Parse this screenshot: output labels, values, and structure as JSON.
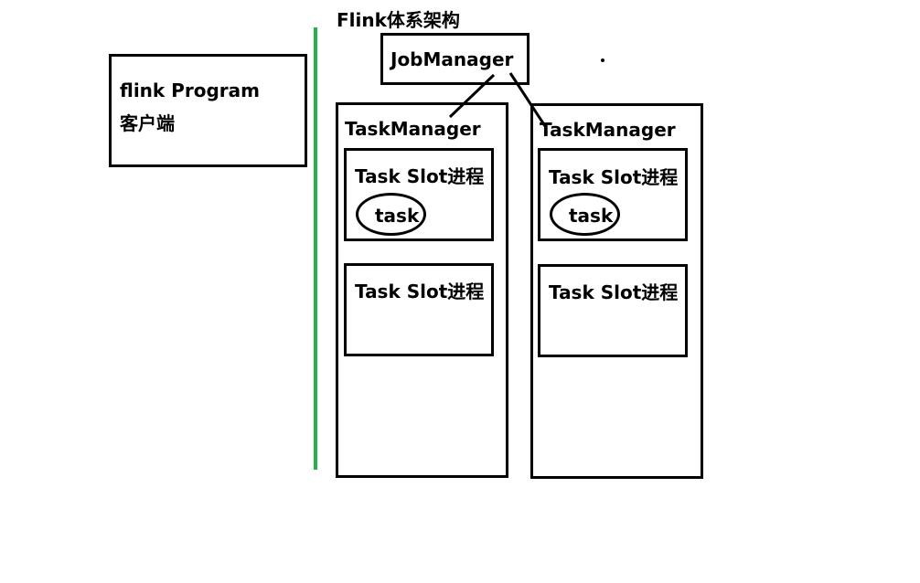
{
  "diagram": {
    "title": "Flink体系架构",
    "client": {
      "line1": "flink Program",
      "line2": "客户端"
    },
    "job_manager": "JobManager",
    "task_managers": [
      {
        "label": "TaskManager",
        "slots": [
          {
            "label": "Task Slot进程",
            "task": "task"
          },
          {
            "label": "Task Slot进程",
            "task": ""
          }
        ]
      },
      {
        "label": "TaskManager",
        "slots": [
          {
            "label": "Task Slot进程",
            "task": "task"
          },
          {
            "label": "Task Slot进程",
            "task": ""
          }
        ]
      }
    ],
    "colors": {
      "stroke": "#000000",
      "divider": "#22b14c",
      "background": "#ffffff"
    }
  }
}
